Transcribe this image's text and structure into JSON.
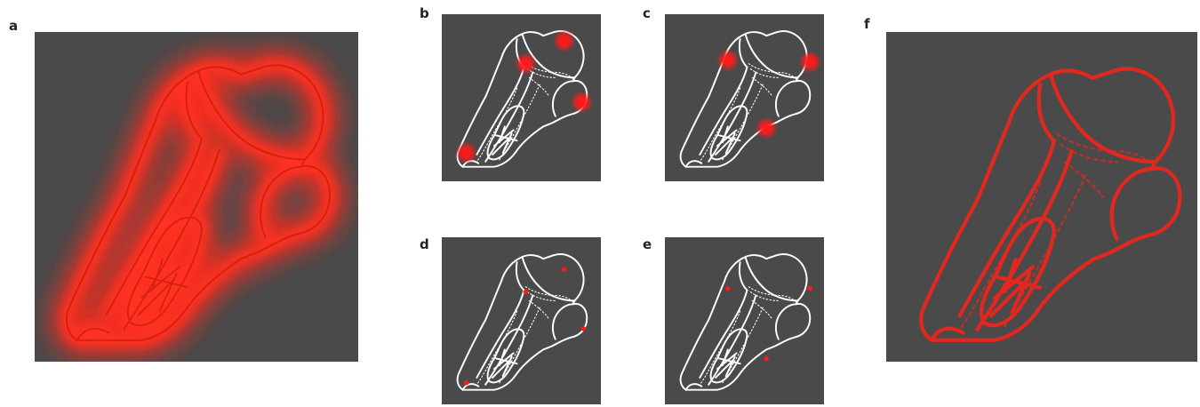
{
  "panels": [
    {
      "id": "a",
      "label": "a",
      "kind": "heatmap"
    },
    {
      "id": "b",
      "label": "b",
      "kind": "blurred-points"
    },
    {
      "id": "c",
      "label": "c",
      "kind": "blurred-points"
    },
    {
      "id": "d",
      "label": "d",
      "kind": "sharp-points"
    },
    {
      "id": "e",
      "label": "e",
      "kind": "sharp-points"
    },
    {
      "id": "f",
      "label": "f",
      "kind": "red-outline"
    }
  ],
  "colors": {
    "panel_bg": "#4a4a4b",
    "line": "#ffffff",
    "heat": "#ff2a1a",
    "point": "#ff1a1a",
    "outline_red": "#e0281e"
  }
}
